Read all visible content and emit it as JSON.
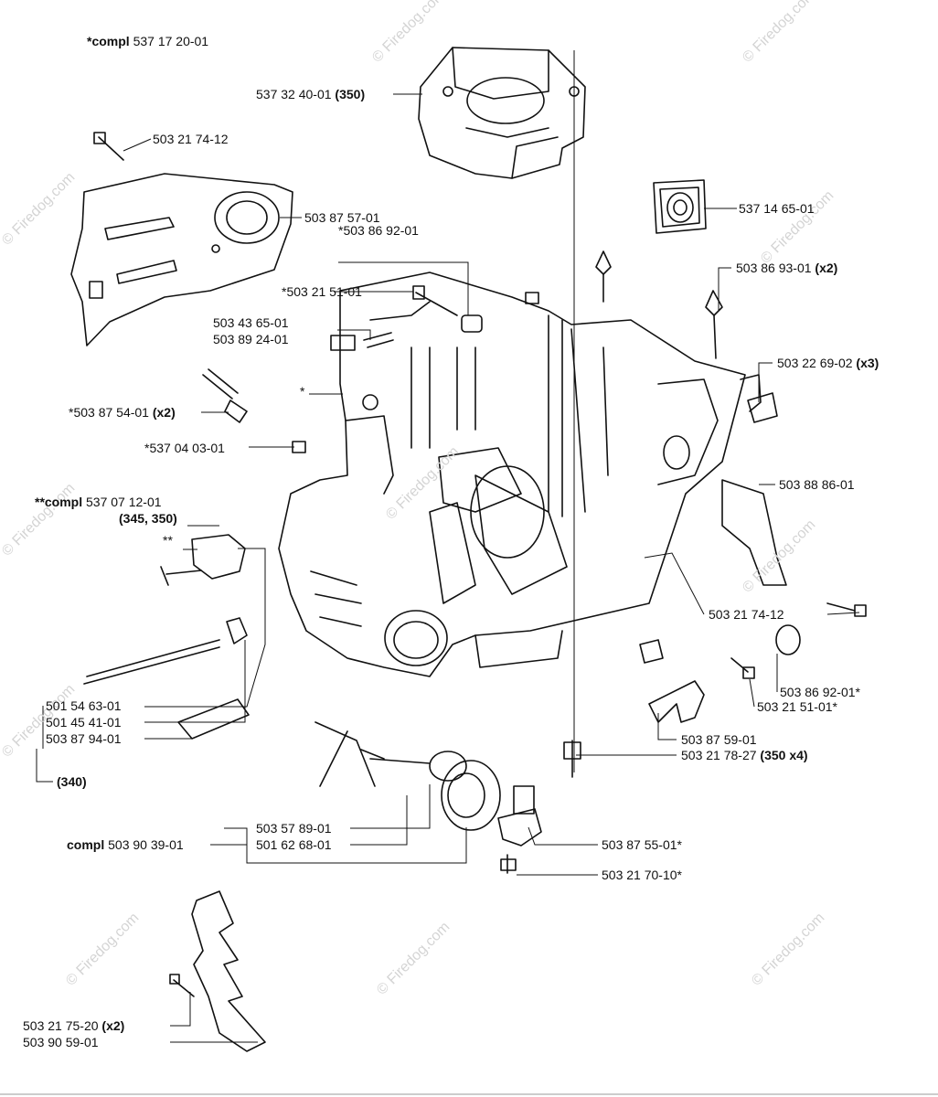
{
  "watermark": "© Firedog.com",
  "labels": {
    "compl_main": {
      "prefix": "*compl",
      "part": "537 17 20-01"
    },
    "cylinder_cover": {
      "part": "537 32 40-01",
      "note": "(350)"
    },
    "screw_top": {
      "part": "503 21 74-12"
    },
    "chain_guard": {
      "part": "503 87 57-01"
    },
    "spacer_a": {
      "part": "*503 86 92-01"
    },
    "screw_a": {
      "part": "*503 21 51-01"
    },
    "part_4365": {
      "part": "503 43 65-01"
    },
    "part_8924": {
      "part": "503 89 24-01"
    },
    "bolt_8754": {
      "part": "*503 87 54-01",
      "note": "(x2)"
    },
    "star_mark": {
      "text": "*"
    },
    "part_0403": {
      "part": "*537 04 03-01"
    },
    "compl_tensioner": {
      "prefix": "**compl",
      "part": "537 07 12-01",
      "note": "(345, 350)"
    },
    "double_star": {
      "text": "**"
    },
    "air_filter_gasket": {
      "part": "537 14 65-01"
    },
    "part_8693": {
      "part": "503 86 93-01",
      "note": "(x2)"
    },
    "part_2269": {
      "part": "503 22 69-02",
      "note": "(x3)"
    },
    "part_8886": {
      "part": "503 88 86-01"
    },
    "screw_right": {
      "part": "503 21 74-12"
    },
    "spacer_b": {
      "part": "503 86 92-01*"
    },
    "screw_b": {
      "part": "503 21 51-01*"
    },
    "part_5463": {
      "part": "501 54 63-01"
    },
    "part_4541": {
      "part": "501 45 41-01"
    },
    "part_8794": {
      "part": "503 87 94-01"
    },
    "note_340": {
      "note": "(340)"
    },
    "part_8759": {
      "part": "503 87 59-01"
    },
    "part_7827": {
      "part": "503 21 78-27",
      "note": "(350 x4)"
    },
    "compl_fuel": {
      "prefix": "compl",
      "part": "503 90 39-01"
    },
    "part_5789": {
      "part": "503 57 89-01"
    },
    "part_6268": {
      "part": "501 62 68-01"
    },
    "part_8755": {
      "part": "503 87 55-01*"
    },
    "part_7010": {
      "part": "503 21 70-10*"
    },
    "part_7520": {
      "part": "503 21 75-20",
      "note": "(x2)"
    },
    "part_5901": {
      "part": "503 90 59-01"
    }
  }
}
